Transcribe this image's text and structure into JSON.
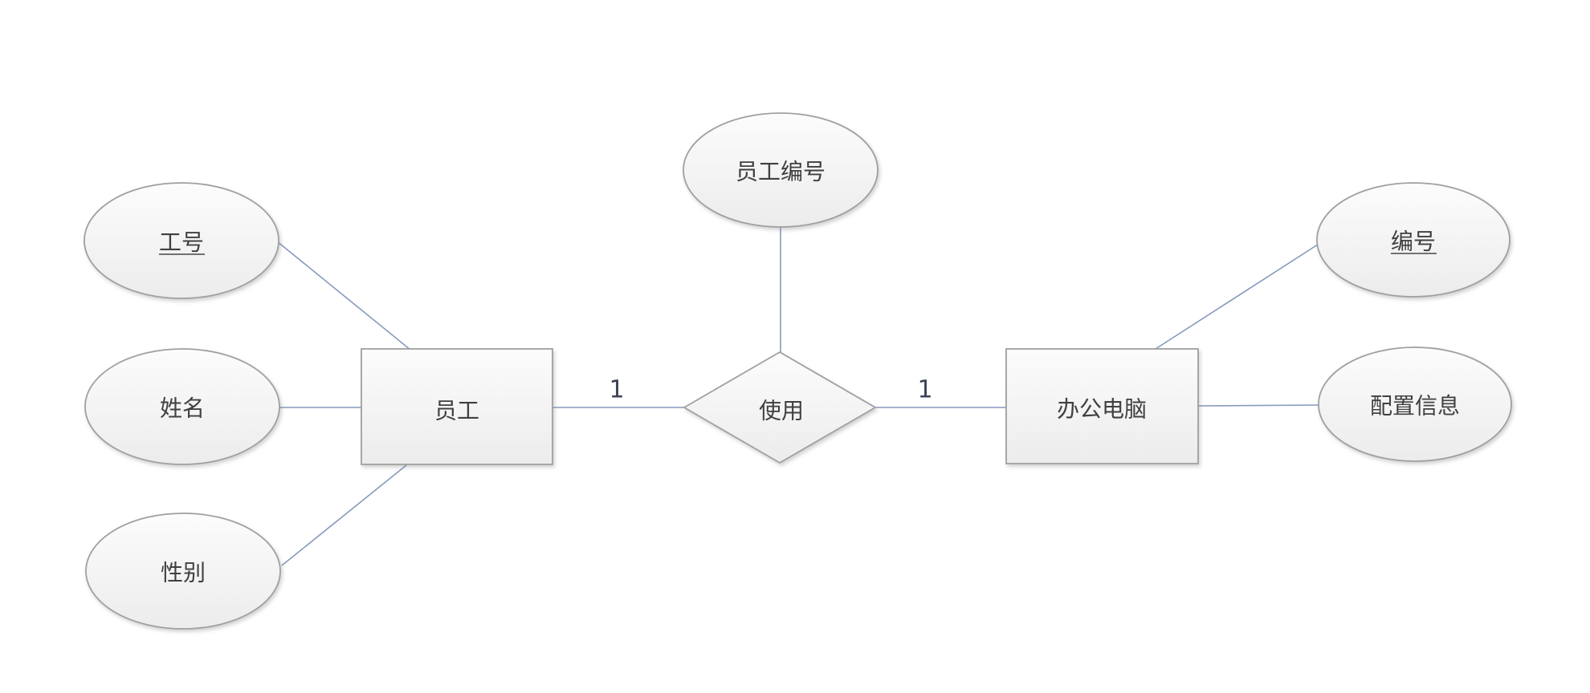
{
  "diagram": {
    "type": "entity-relationship-diagram",
    "entities": [
      {
        "label": "员工"
      },
      {
        "label": "办公电脑"
      }
    ],
    "relationship": {
      "label": "使用",
      "left_cardinality": "1",
      "right_cardinality": "1"
    },
    "attributes": {
      "employee": [
        {
          "label": "工号",
          "primary_key": true
        },
        {
          "label": "姓名",
          "primary_key": false
        },
        {
          "label": "性别",
          "primary_key": false
        }
      ],
      "relationship": [
        {
          "label": "员工编号",
          "primary_key": false
        }
      ],
      "computer": [
        {
          "label": "编号",
          "primary_key": true
        },
        {
          "label": "配置信息",
          "primary_key": false
        }
      ]
    },
    "colors": {
      "background": "#ffffff",
      "connector": "#8799bd",
      "shape_border": "#a0a0a0",
      "shape_fill_top": "#fcfcfc",
      "shape_fill_bottom": "#ececec",
      "label_text": "#404040",
      "cardinality_text": "#3c4354"
    }
  }
}
